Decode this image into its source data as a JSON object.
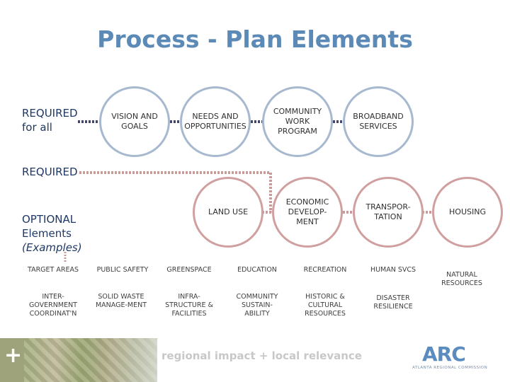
{
  "title": "Process - Plan Elements",
  "labels": {
    "required_for_all_1": "REQUIRED",
    "required_for_all_2": "for all",
    "required": "REQUIRED",
    "optional_1": "OPTIONAL",
    "optional_2": "Elements",
    "optional_3": "(Examples)"
  },
  "required_all": [
    {
      "line1": "VISION AND",
      "line2": "GOALS"
    },
    {
      "line1": "NEEDS AND",
      "line2": "OPPORTUNITIES"
    },
    {
      "line1": "COMMUNITY",
      "line2": "WORK",
      "line3": "PROGRAM"
    },
    {
      "line1": "BROADBAND",
      "line2": "SERVICES"
    }
  ],
  "required": [
    {
      "line1": "LAND USE"
    },
    {
      "line1": "ECONOMIC",
      "line2": "DEVELOP-",
      "line3": "MENT"
    },
    {
      "line1": "TRANSPOR-",
      "line2": "TATION"
    },
    {
      "line1": "HOUSING"
    }
  ],
  "optional_row1": [
    "TARGET AREAS",
    "PUBLIC SAFETY",
    "GREENSPACE",
    "EDUCATION",
    "RECREATION",
    "HUMAN SVCS"
  ],
  "optional_row2": [
    {
      "line1": "INTER-",
      "line2": "GOVERNMENT",
      "line3": "COORDINAT'N"
    },
    {
      "line1": "SOLID WASTE",
      "line2": "MANAGE-MENT"
    },
    {
      "line1": "INFRA-",
      "line2": "STRUCTURE &",
      "line3": "FACILITIES"
    },
    {
      "line1": "COMMUNITY",
      "line2": "SUSTAIN-",
      "line3": "ABILITY"
    },
    {
      "line1": "HISTORIC &",
      "line2": "CULTURAL",
      "line3": "RESOURCES"
    },
    {
      "line1": "DISASTER",
      "line2": "RESILIENCE"
    }
  ],
  "natural_resources": {
    "line1": "NATURAL",
    "line2": "RESOURCES"
  },
  "footer": {
    "tagline": "regional impact + local relevance",
    "logo": "ARC",
    "logo_sub": "ATLANTA REGIONAL COMMISSION"
  },
  "colors": {
    "title": "#5c8ab7",
    "blue_ring": "#a7b9cf",
    "red_ring": "#d0a0a0",
    "connector_dark": "#444466"
  }
}
